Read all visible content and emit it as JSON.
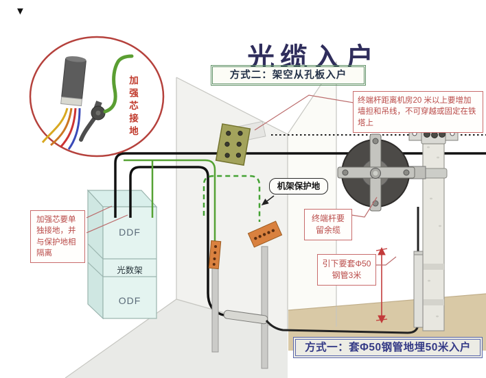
{
  "page": {
    "marker": "▼"
  },
  "title": "光缆入户",
  "subtitle": "方式二：架空从孔板入户",
  "inset": {
    "label": "加强芯接地"
  },
  "annotations": {
    "terminal_pole_distance": "终端杆距离机房20 米以上要增加墙担和吊线，不可穿越或固定在铁塔上",
    "core_ground": "加强芯要单独接地，并与保护地相隔离",
    "rack_protective_ground": "机架保护地",
    "spare_cable": "终端杆要留余缆",
    "downlead_pipe": "引下要套Φ50钢管3米"
  },
  "rack": {
    "sections": [
      "DDF",
      "光数架",
      "ODF"
    ]
  },
  "banner": "方式一：套Φ50钢管地埋50米入户",
  "colors": {
    "annotation_red": "#b94a48",
    "ground_wire_green": "#55a233",
    "cable_black": "#111111",
    "title_navy": "#2f2d5c",
    "banner_blue": "#343a86",
    "busbar_orange": "#d9813f",
    "soil_tan": "#d9c9a6",
    "subtitle_border_green": "#5d8f63"
  }
}
